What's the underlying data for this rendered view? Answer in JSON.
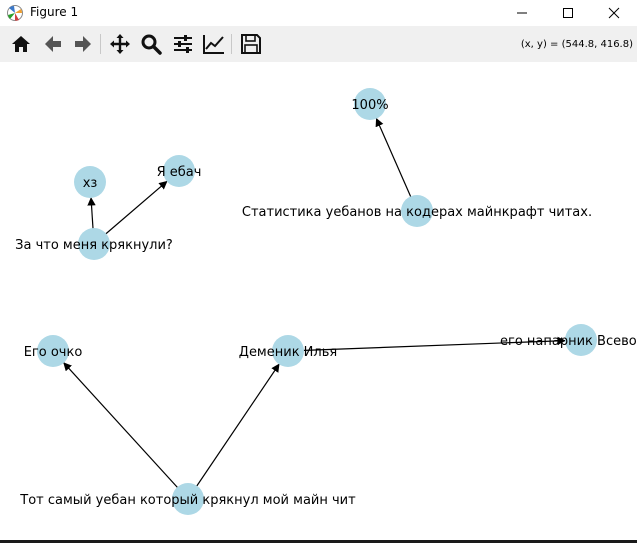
{
  "window": {
    "title": "Figure 1"
  },
  "toolbar": {
    "buttons": [
      {
        "name": "home-button",
        "icon": "home-icon"
      },
      {
        "name": "back-button",
        "icon": "arrow-left-icon"
      },
      {
        "name": "forward-button",
        "icon": "arrow-right-icon"
      },
      {
        "name": "pan-button",
        "icon": "move-icon"
      },
      {
        "name": "zoom-button",
        "icon": "magnifier-icon"
      },
      {
        "name": "subplots-button",
        "icon": "sliders-icon"
      },
      {
        "name": "axes-button",
        "icon": "chart-line-icon"
      },
      {
        "name": "save-button",
        "icon": "floppy-icon"
      }
    ],
    "coords": "(x, y) = (544.8, 416.8)"
  },
  "graph": {
    "node_color": "#add8e6",
    "edge_color": "#000000",
    "nodes": [
      {
        "id": "n_xz",
        "label": "хз"
      },
      {
        "id": "n_ebach",
        "label": "Я ебач"
      },
      {
        "id": "n_zachto",
        "label": "За что меня крякнули?"
      },
      {
        "id": "n_100",
        "label": "100%"
      },
      {
        "id": "n_stat",
        "label": "Статистика уебанов на кодерах майнкрафт читах."
      },
      {
        "id": "n_ochko",
        "label": "Его очко"
      },
      {
        "id": "n_demenik",
        "label": "Деменик Илья"
      },
      {
        "id": "n_naparnik",
        "label": "его напарник Всеволод"
      },
      {
        "id": "n_tot",
        "label": "Тот самый уебан который крякнул мой майн чит"
      }
    ],
    "edges": [
      {
        "from": "n_zachto",
        "to": "n_xz"
      },
      {
        "from": "n_zachto",
        "to": "n_ebach"
      },
      {
        "from": "n_stat",
        "to": "n_100"
      },
      {
        "from": "n_tot",
        "to": "n_ochko"
      },
      {
        "from": "n_tot",
        "to": "n_demenik"
      },
      {
        "from": "n_demenik",
        "to": "n_naparnik"
      }
    ]
  }
}
